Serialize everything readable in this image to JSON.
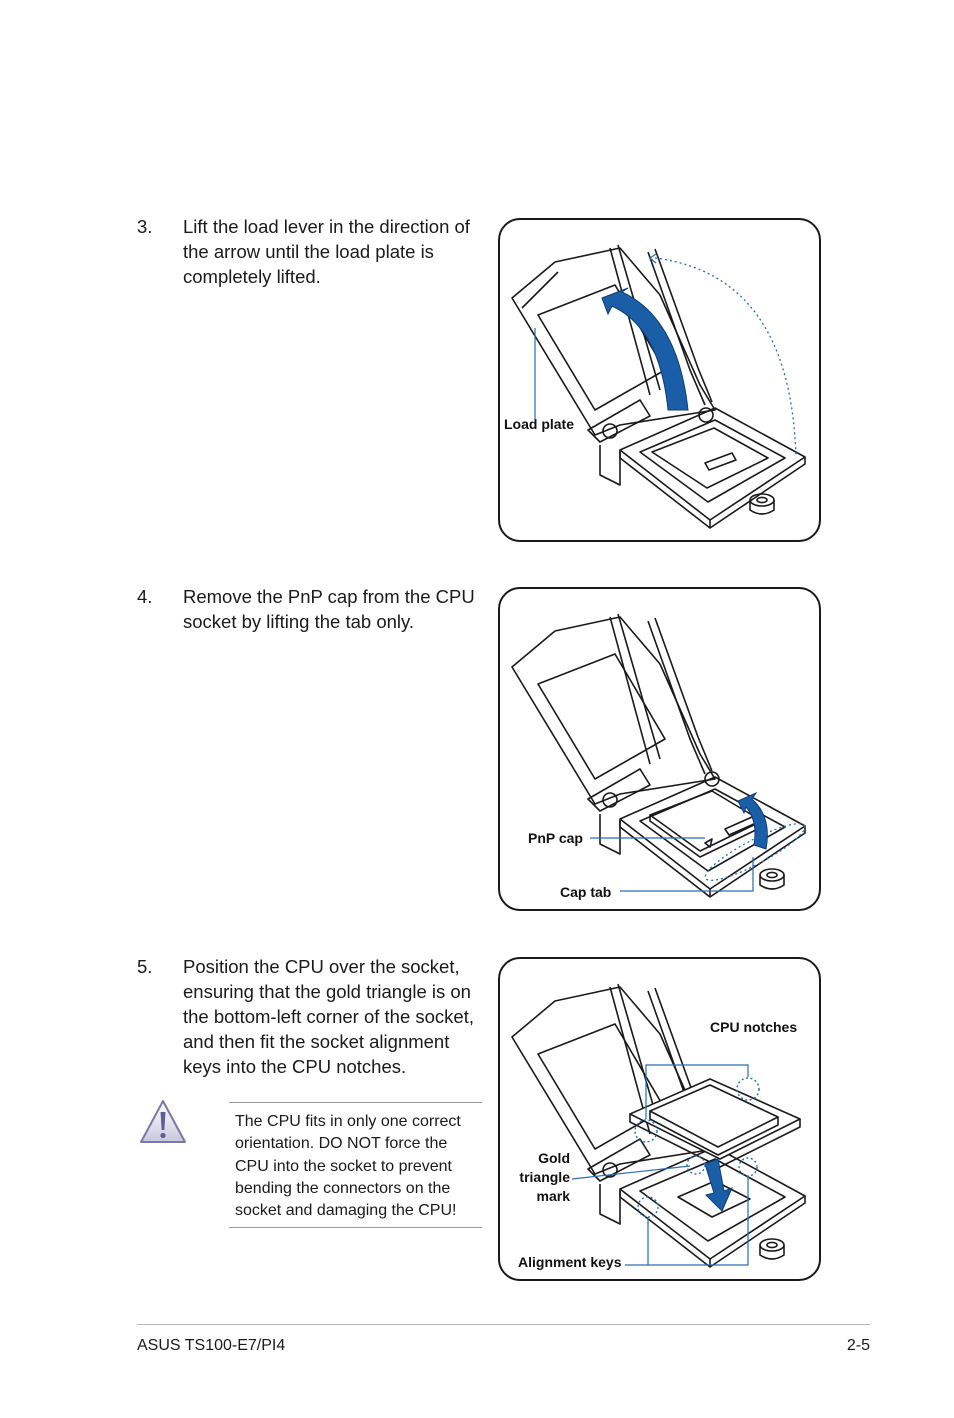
{
  "steps": [
    {
      "number": "3.",
      "text": "Lift the load lever in the direction of the arrow until the load plate is completely lifted."
    },
    {
      "number": "4.",
      "text": "Remove the PnP cap from the CPU socket by lifting the tab only."
    },
    {
      "number": "5.",
      "text": "Position the CPU over the socket, ensuring that the gold triangle is on the bottom-left corner of the socket, and then fit the socket alignment keys into the CPU notches."
    }
  ],
  "figures": {
    "fig1": {
      "labels": {
        "load_plate": "Load plate"
      }
    },
    "fig2": {
      "labels": {
        "pnp_cap": "PnP cap",
        "cap_tab": "Cap tab"
      }
    },
    "fig3": {
      "labels": {
        "cpu_notches": "CPU notches",
        "gold_line1": "Gold",
        "gold_line2": "triangle",
        "gold_line3": "mark",
        "alignment_keys": "Alignment keys"
      }
    }
  },
  "note": {
    "icon": "warning-triangle-icon",
    "text": "The CPU fits in only one correct orientation. DO NOT force the CPU into the socket to prevent bending the connectors on the socket and damaging the CPU!"
  },
  "footer": {
    "left": "ASUS TS100-E7/PI4",
    "right": "2-5"
  },
  "colors": {
    "arrow_blue": "#1a5ea8",
    "callout_line": "#2b6cb0",
    "dotted": "#2b6cb0"
  }
}
